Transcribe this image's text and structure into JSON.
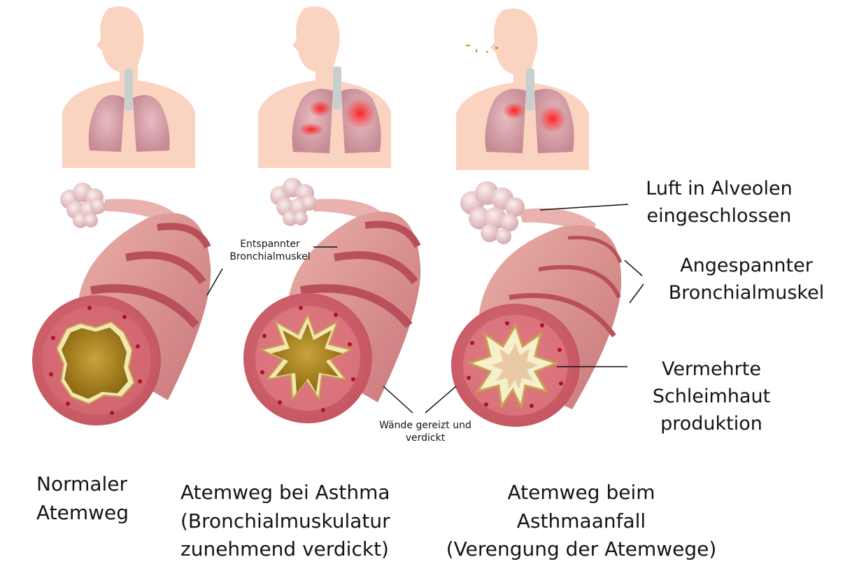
{
  "diagram": {
    "title_hint": "Asthma airway comparison",
    "colors": {
      "skin": "#fad3c0",
      "lung": "#d9a0a8",
      "lung_inflamed": "#ee1c24",
      "airway_wall": "#c96a72",
      "airway_band": "#b94f5a",
      "airway_light": "#e6a39c",
      "lumen": "#a8801c",
      "mucosa": "#f3e7b0",
      "vessel_dot": "#b0102a",
      "alveoli": "#f1d4d4",
      "trachea": "#c9cfcf"
    },
    "panels": [
      {
        "id": "normal",
        "lung_state": "normal"
      },
      {
        "id": "asthma",
        "lung_state": "inflamed"
      },
      {
        "id": "attack",
        "lung_state": "inflamed-with-breath"
      }
    ],
    "annotations": {
      "relaxed_muscle": {
        "line1": "Entspannter",
        "line2": "Bronchialmuskel"
      },
      "walls": {
        "line1": "Wände gereizt und",
        "line2": "verdickt"
      },
      "trapped_air": {
        "line1": "Luft in Alveolen",
        "line2": "eingeschlossen"
      },
      "tense_muscle": {
        "line1": "Angespannter",
        "line2": "Bronchialmuskel"
      },
      "mucus": {
        "line1": "Vermehrte",
        "line2": "Schleimhaut",
        "line3": "produktion"
      }
    },
    "captions": {
      "normal": {
        "line1": "Normaler",
        "line2": "Atemweg"
      },
      "asthma": {
        "line1": "Atemweg bei Asthma",
        "line2": "(Bronchialmuskulatur",
        "line3": "zunehmend verdickt)"
      },
      "attack": {
        "line1": "Atemweg beim",
        "line2": "Asthmaanfall",
        "line3": "(Verengung der Atemwege)"
      }
    }
  }
}
